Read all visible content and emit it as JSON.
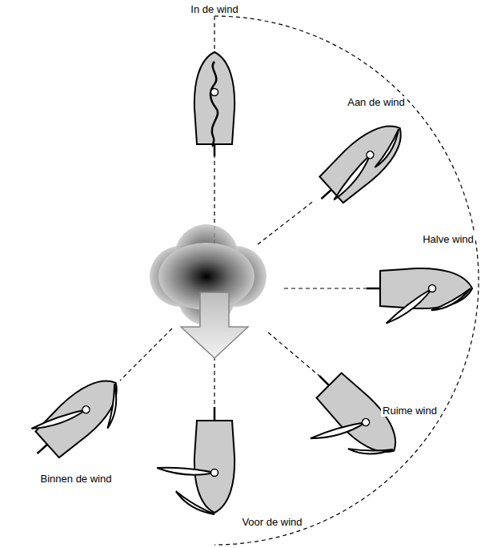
{
  "diagram": {
    "labels": [
      "In de wind",
      "Aan de wind",
      "Halve wind",
      "Ruime wind",
      "Voor de wind",
      "Binnen de wind"
    ]
  }
}
